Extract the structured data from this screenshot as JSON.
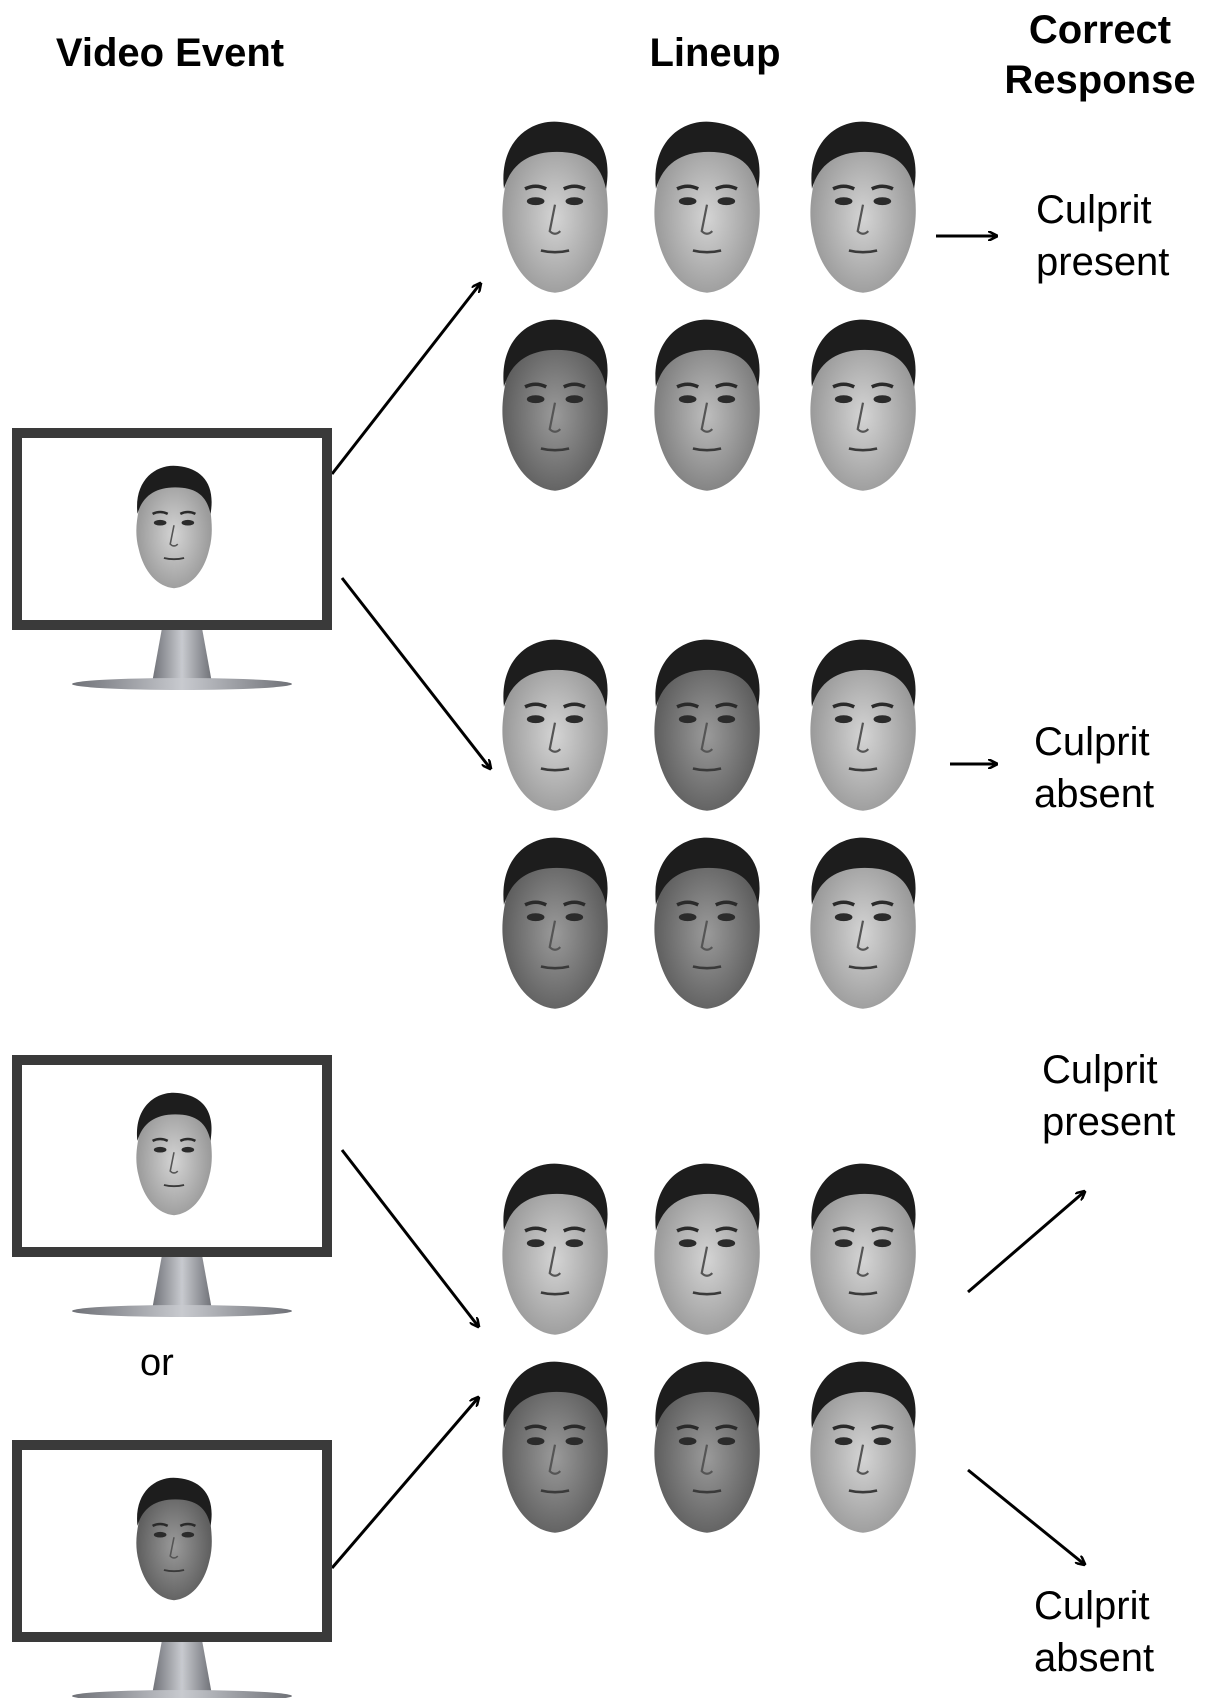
{
  "headers": {
    "video_event": "Video Event",
    "lineup": "Lineup",
    "correct_response_line1": "Correct",
    "correct_response_line2": "Response"
  },
  "panel1": {
    "response_present": [
      "Culprit",
      "present"
    ],
    "response_absent": [
      "Culprit",
      "absent"
    ]
  },
  "panel2": {
    "or_label": "or",
    "response_present": [
      "Culprit",
      "present"
    ],
    "response_absent": [
      "Culprit",
      "absent"
    ]
  },
  "lineup_layout": {
    "rows": 2,
    "columns": 3
  },
  "colors": {
    "line": "#000000",
    "monitor_frame": "#3a3a3a",
    "stand": "#9a9ca2"
  },
  "icons": [
    "monitor-icon",
    "face-icon",
    "arrow-icon"
  ]
}
